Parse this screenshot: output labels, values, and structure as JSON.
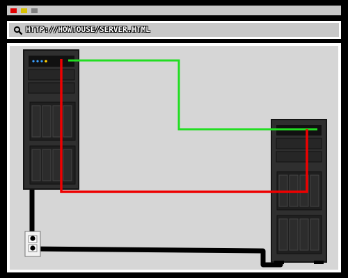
{
  "window": {
    "controls": [
      {
        "name": "close",
        "color": "#e00000"
      },
      {
        "name": "minimize",
        "color": "#d8c000"
      },
      {
        "name": "maximize",
        "color": "#808080"
      }
    ]
  },
  "address_bar": {
    "icon": "search-icon",
    "url": "HTTP://HOWTOUSE/SERVER.HTML"
  },
  "diagram": {
    "nodes": [
      "server-left",
      "server-right",
      "wall-outlet"
    ],
    "connections": [
      {
        "from": "server-left",
        "to": "server-right",
        "color": "#22dd22"
      },
      {
        "from": "server-left",
        "to": "server-right",
        "color": "#ee0000"
      },
      {
        "from": "server-left",
        "to": "wall-outlet",
        "color": "#000000"
      },
      {
        "from": "wall-outlet",
        "to": "server-right",
        "color": "#000000"
      }
    ],
    "led_colors": [
      "#3aa0ff",
      "#3aa0ff",
      "#3aa0ff",
      "#ffd000"
    ]
  }
}
